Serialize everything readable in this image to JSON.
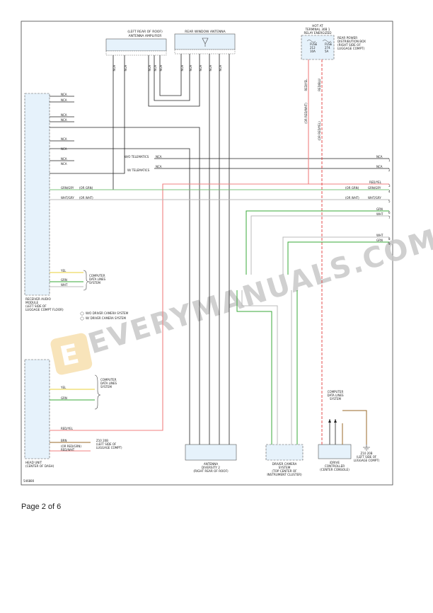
{
  "page": {
    "label": "Page 2 of 6",
    "figure_id": "546880"
  },
  "watermark": {
    "text": "EVERYMANUALS.COM",
    "color": "#c8c8c8",
    "logo_color": "#f5d79a"
  },
  "colors": {
    "red": "#e23b3b",
    "pink": "#f08080",
    "green": "#3aa83a",
    "yellow": "#e8d23a",
    "brown": "#9a6a2a",
    "box_fill": "#e6f2fb"
  },
  "components": {
    "amp": {
      "lines": [
        "(LEFT REAR OF ROOF)",
        "ANTENNA AMPLIFIER"
      ],
      "pins": [
        "NCA",
        "NCA",
        "NCA",
        "NCA",
        "NCA"
      ]
    },
    "rear_ant": {
      "lines": [
        "REAR WINDOW ANTENNA"
      ],
      "pins": [
        "NCA",
        "NCA",
        "NCA",
        "NCA",
        "NCA"
      ]
    },
    "hot": {
      "lines": [
        "HOT AT",
        "TERMINAL 30B 1",
        "RELAY ENERGIZED"
      ]
    },
    "fuse1": [
      "FUSE",
      "212",
      "10A"
    ],
    "fuse2": [
      "FUSE",
      "274",
      "5A"
    ],
    "rpdb": {
      "lines": [
        "REAR POWER",
        "DISTRIBUTION BOX",
        "(RIGHT SIDE OF",
        "LUGGAGE COMPT)"
      ]
    },
    "radio": {
      "lines": [
        "RECEIVER AUDIO",
        "MODULE",
        "(LEFT SIDE OF",
        "LUGGAGE COMPT FLOOR)"
      ],
      "pins": [
        "NCA",
        "NCA",
        "NCA",
        "NCA",
        "NCA",
        "NCA",
        "NCA",
        "NCA"
      ]
    },
    "telem": [
      "W/O TELEMATICS",
      "W/ TELEMATICS"
    ],
    "head": {
      "lines": [
        "HEAD UNIT",
        "(CENTER OF DASH)"
      ]
    },
    "ant2": {
      "lines": [
        "ANTENNA",
        "DIVERSITY 2",
        "(RIGHT REAR OF ROOF)"
      ]
    },
    "cam": {
      "lines": [
        "DRIVER CAMERA",
        "SYSTEM",
        "(TOP CENTER OF",
        "INSTRUMENT CLUSTER)"
      ]
    },
    "ctrl": {
      "lines": [
        "iDRIVE",
        "CONTROLLER",
        "(CENTER CONSOLE)"
      ]
    },
    "cdl_top": [
      "COMPUTER",
      "DATA LINES",
      "SYSTEM"
    ],
    "cdl_head": [
      "COMPUTER",
      "DATA LINES",
      "SYSTEM"
    ],
    "cdl_ctrl": [
      "COMPUTER",
      "DATA LINES",
      "SYSTEM"
    ],
    "z10_a": [
      "Z10 20B",
      "(LEFT SIDE OF",
      "LUGGAGE COMPT)"
    ],
    "z10_b": [
      "Z10 20B",
      "(LEFT SIDE OF",
      "LUGGAGE COMPT)"
    ]
  },
  "notes": [
    "W/O DRIVER CAMERA SYSTEM",
    "W/ DRIVER CAMERA SYSTEM"
  ],
  "wire_labels": {
    "red_yel": "RED/YEL",
    "grn_gry": "GRN/GRY",
    "grn_gry_or": "(OR GRN)",
    "wht_gry": "WHT/GRY",
    "wht_gry_or": "(OR WHT)",
    "red_yel_or": "(OR RED/WHT)",
    "red_blu": "RED/BLU",
    "red_blu_or": "(OR RED/YEL)",
    "grn": "GRN",
    "wht": "WHT",
    "yel": "YEL",
    "brn": "BRN",
    "brn_or": "(OR RED/GRN)",
    "red_wht": "RED/WHT",
    "red_yel_h": "RED/YEL",
    "nca": "NCA"
  },
  "right_wires": [
    {
      "label": "NCA",
      "num": "1"
    },
    {
      "label": "NCA",
      "num": "2"
    },
    {
      "label": "RED/YEL",
      "num": "3"
    },
    {
      "label": "GRN/GRY",
      "num": "4"
    },
    {
      "label": "WHT/GRY",
      "num": "5"
    },
    {
      "label": "GRN",
      "num": "6"
    },
    {
      "label": "WHT",
      "num": "7"
    },
    {
      "label": "WHT",
      "num": "8"
    },
    {
      "label": "GRN",
      "num": "9"
    }
  ]
}
